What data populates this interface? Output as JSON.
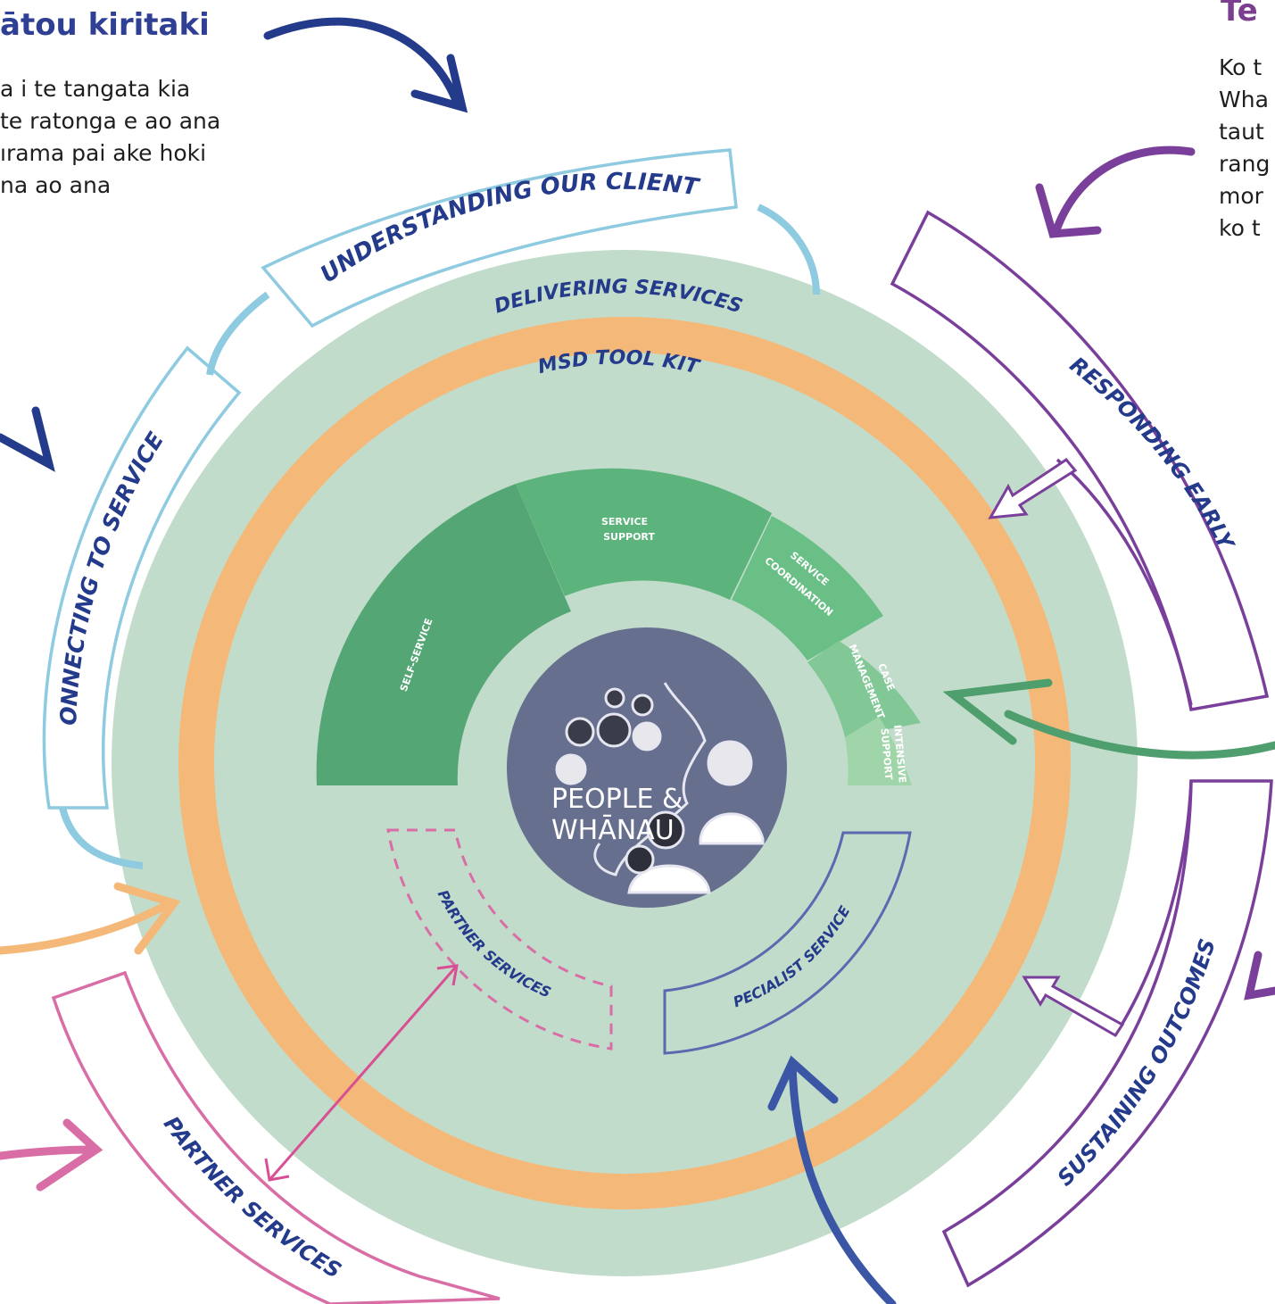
{
  "left_panel": {
    "heading": "ātou kiritaki",
    "lines": [
      "a i te tangata kia",
      "te ratonga e ao ana",
      "ırama pai ake hoki",
      "na ao ana"
    ]
  },
  "right_panel": {
    "heading": "Te",
    "lines": [
      "Ko t",
      "Wha",
      "taut",
      "rang",
      "mor",
      "ko t"
    ]
  },
  "stages": {
    "understanding": "UNDERSTANDING OUR CLIENTS",
    "connecting": "CONNECTING TO SERVICES",
    "responding": "RESPONDING EARLY",
    "sustaining": "SUSTAINING OUTCOMES",
    "partner_outer": "PARTNER SERVICES"
  },
  "rings": {
    "delivering": "DELIVERING SERVICES",
    "toolkit": "MSD TOOL KIT"
  },
  "segments": {
    "self_service": "SELF-SERVICE",
    "service_support": [
      "SERVICE",
      "SUPPORT"
    ],
    "service_coordination": [
      "SERVICE",
      "COORDINATION"
    ],
    "case_management": [
      "CASE",
      "MANAGEMENT"
    ],
    "intensive_support": [
      "INTENSIVE",
      "SUPPORT"
    ]
  },
  "inner_services": {
    "partner": "PARTNER SERVICES",
    "specialist": "SPECIALIST SERVICES"
  },
  "center": {
    "line1": "PEOPLE &",
    "line2": "WHĀNAU"
  },
  "colors": {
    "outer_ring": "#c2dccb",
    "toolkit_ring": "#f4b978",
    "inner_area": "#c2dccb",
    "center_circle": "#676f8f",
    "seg_self": "#54a675",
    "seg_support": "#5cb37c",
    "seg_coord": "#6abf86",
    "seg_case": "#82c896",
    "seg_intensive": "#9fd5a8",
    "blue_light": "#8ecae0",
    "navy": "#243a8a",
    "purple": "#7a3f9a",
    "pink": "#d96ea6",
    "orange_arrow": "#f4b978",
    "green_arrow": "#4e9e6e",
    "specialist_outline": "#5a6ab0"
  }
}
